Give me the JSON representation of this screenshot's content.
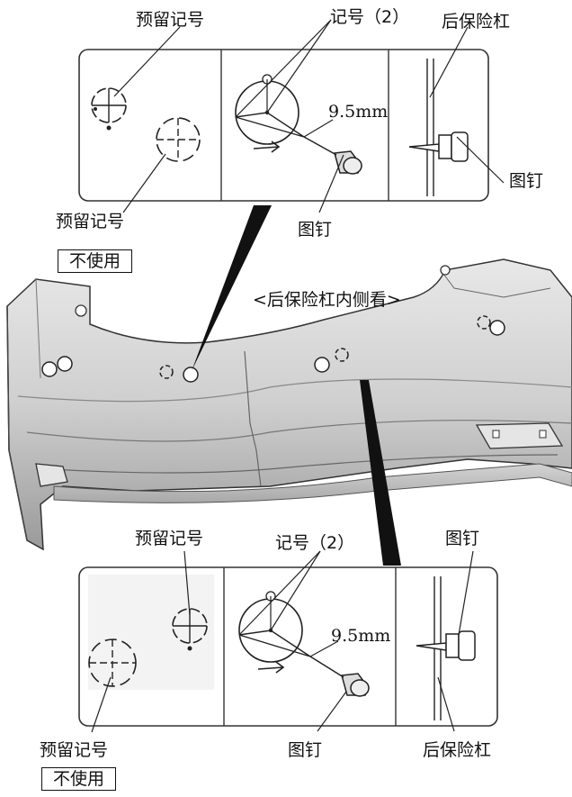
{
  "top_detail": {
    "label_reserved_mark_top": "预留记号",
    "label_mark_2": "记号（2）",
    "label_rear_bumper": "后保险杠",
    "label_dimension": "9.5mm",
    "label_clip_right": "图钉",
    "label_reserved_mark_bottom": "预留记号",
    "label_not_used": "不使用",
    "label_clip_bottom": "图钉"
  },
  "main_view": {
    "caption": "<后保险杠内侧看>"
  },
  "bottom_detail": {
    "label_reserved_mark_top": "预留记号",
    "label_mark_2": "记号（2）",
    "label_clip_top": "图钉",
    "label_dimension": "9.5mm",
    "label_reserved_mark_bottom": "预留记号",
    "label_not_used": "不使用",
    "label_clip_bottom": "图钉",
    "label_rear_bumper": "后保险杠"
  },
  "colors": {
    "line": "#1a1a1a",
    "bumper_light": "#d9d9d9",
    "bumper_mid": "#b5b5b5",
    "bumper_dark": "#8c8c8c"
  }
}
